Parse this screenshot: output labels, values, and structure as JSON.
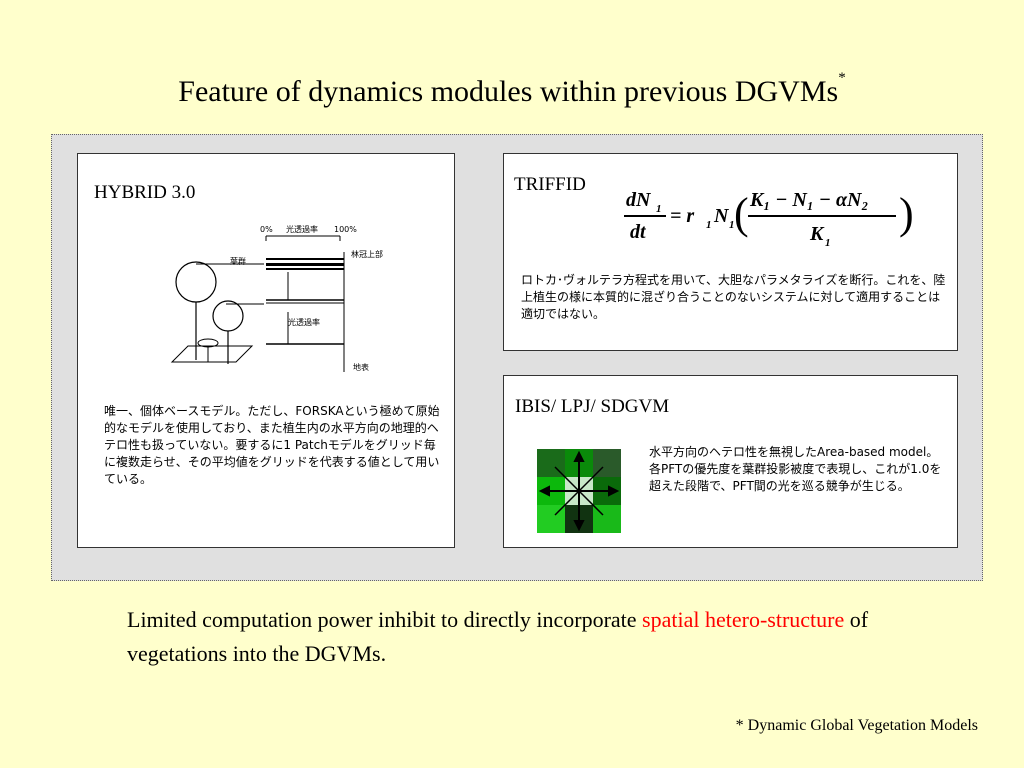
{
  "slide": {
    "title": "Feature of dynamics modules within previous DGVMs",
    "title_mark": "*"
  },
  "hybrid": {
    "title": "HYBRID 3.0",
    "diagram_labels": {
      "pct0": "0%",
      "light_rate_top": "光透過率",
      "pct100": "100%",
      "leaf_group": "葉群",
      "canopy_top": "林冠上部",
      "light_rate_mid": "光透過率",
      "ground": "地表"
    },
    "description": "唯一、個体ベースモデル。ただし、FORSKAという極めて原始的なモデルを使用しており、また植生内の水平方向の地理的ヘテロ性も扱っていない。要するに1 Patchモデルをグリッド毎に複数走らせ、その平均値をグリッドを代表する値として用いている。"
  },
  "triffid": {
    "title": "TRIFFID",
    "equation": {
      "lhs_num": "dN",
      "lhs_num_sub": "1",
      "lhs_den": "dt",
      "rhs_prefix": "= r",
      "rhs_prefix_sub": "1",
      "rhs_n": "N",
      "rhs_n_sub": "1",
      "frac_num": "K₁ − N₁ − αN₂",
      "frac_den": "K",
      "frac_den_sub": "1"
    },
    "description": "ロトカ･ヴォルテラ方程式を用いて、大胆なパラメタライズを断行。これを、陸上植生の様に本質的に混ざり合うことのないシステムに対して適用することは適切ではない。"
  },
  "ibis": {
    "title": "IBIS/ LPJ/ SDGVM",
    "grid_colors": [
      "#1a6b1a",
      "#0a8a0a",
      "#2a5a2a",
      "#0cb80c",
      "#c8e8c8",
      "#0a6a0a",
      "#22cc22",
      "#113311",
      "#19b919"
    ],
    "description": "水平方向のヘテロ性を無視したArea-based model。各PFTの優先度を葉群投影被度で表現し、これが1.0を超えた段階で、PFT間の光を巡る競争が生じる。"
  },
  "bottom": {
    "text_before": "Limited computation power inhibit to directly incorporate ",
    "highlight": "spatial hetero-structure",
    "text_after": " of vegetations into the DGVMs.",
    "highlight_color": "#ff0000"
  },
  "footnote": "* Dynamic Global Vegetation Models"
}
